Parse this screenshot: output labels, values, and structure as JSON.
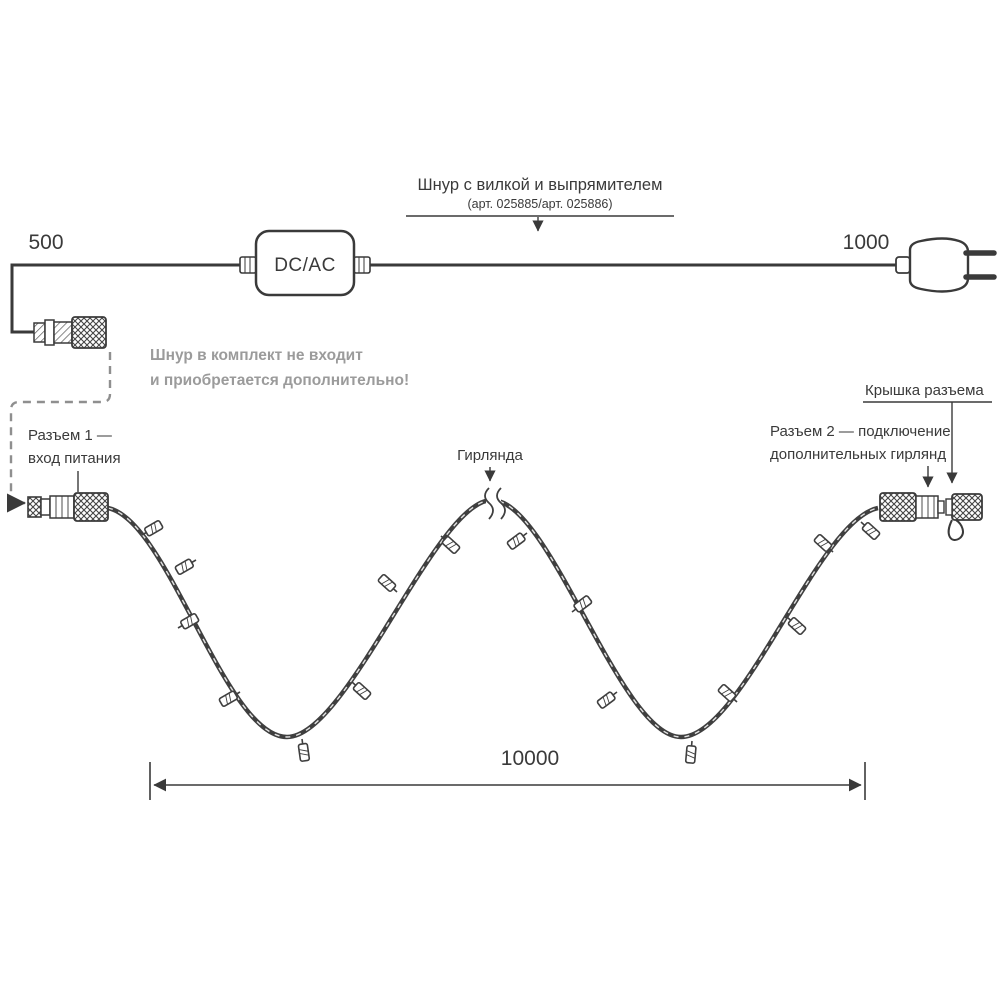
{
  "diagram": {
    "top_label": {
      "title": "Шнур с вилкой и выпрямителем",
      "subtitle": "(арт. 025885/арт. 025886)"
    },
    "adapter_label": "DC/AC",
    "dims": {
      "left_cord": "500",
      "right_cord": "1000",
      "garland_length": "10000"
    },
    "note": {
      "line1": "Шнур в комплект не входит",
      "line2": "и приобретается дополнительно!"
    },
    "labels": {
      "connector1_line1": "Разъем 1 —",
      "connector1_line2": "вход питания",
      "garland": "Гирлянда",
      "connector2_line1": "Разъем 2 — подключение",
      "connector2_line2": "дополнительных гирлянд",
      "cap": "Крышка разъема"
    },
    "colors": {
      "line": "#3a3a3a",
      "note_text": "#9b9b9b",
      "background": "#ffffff"
    }
  }
}
